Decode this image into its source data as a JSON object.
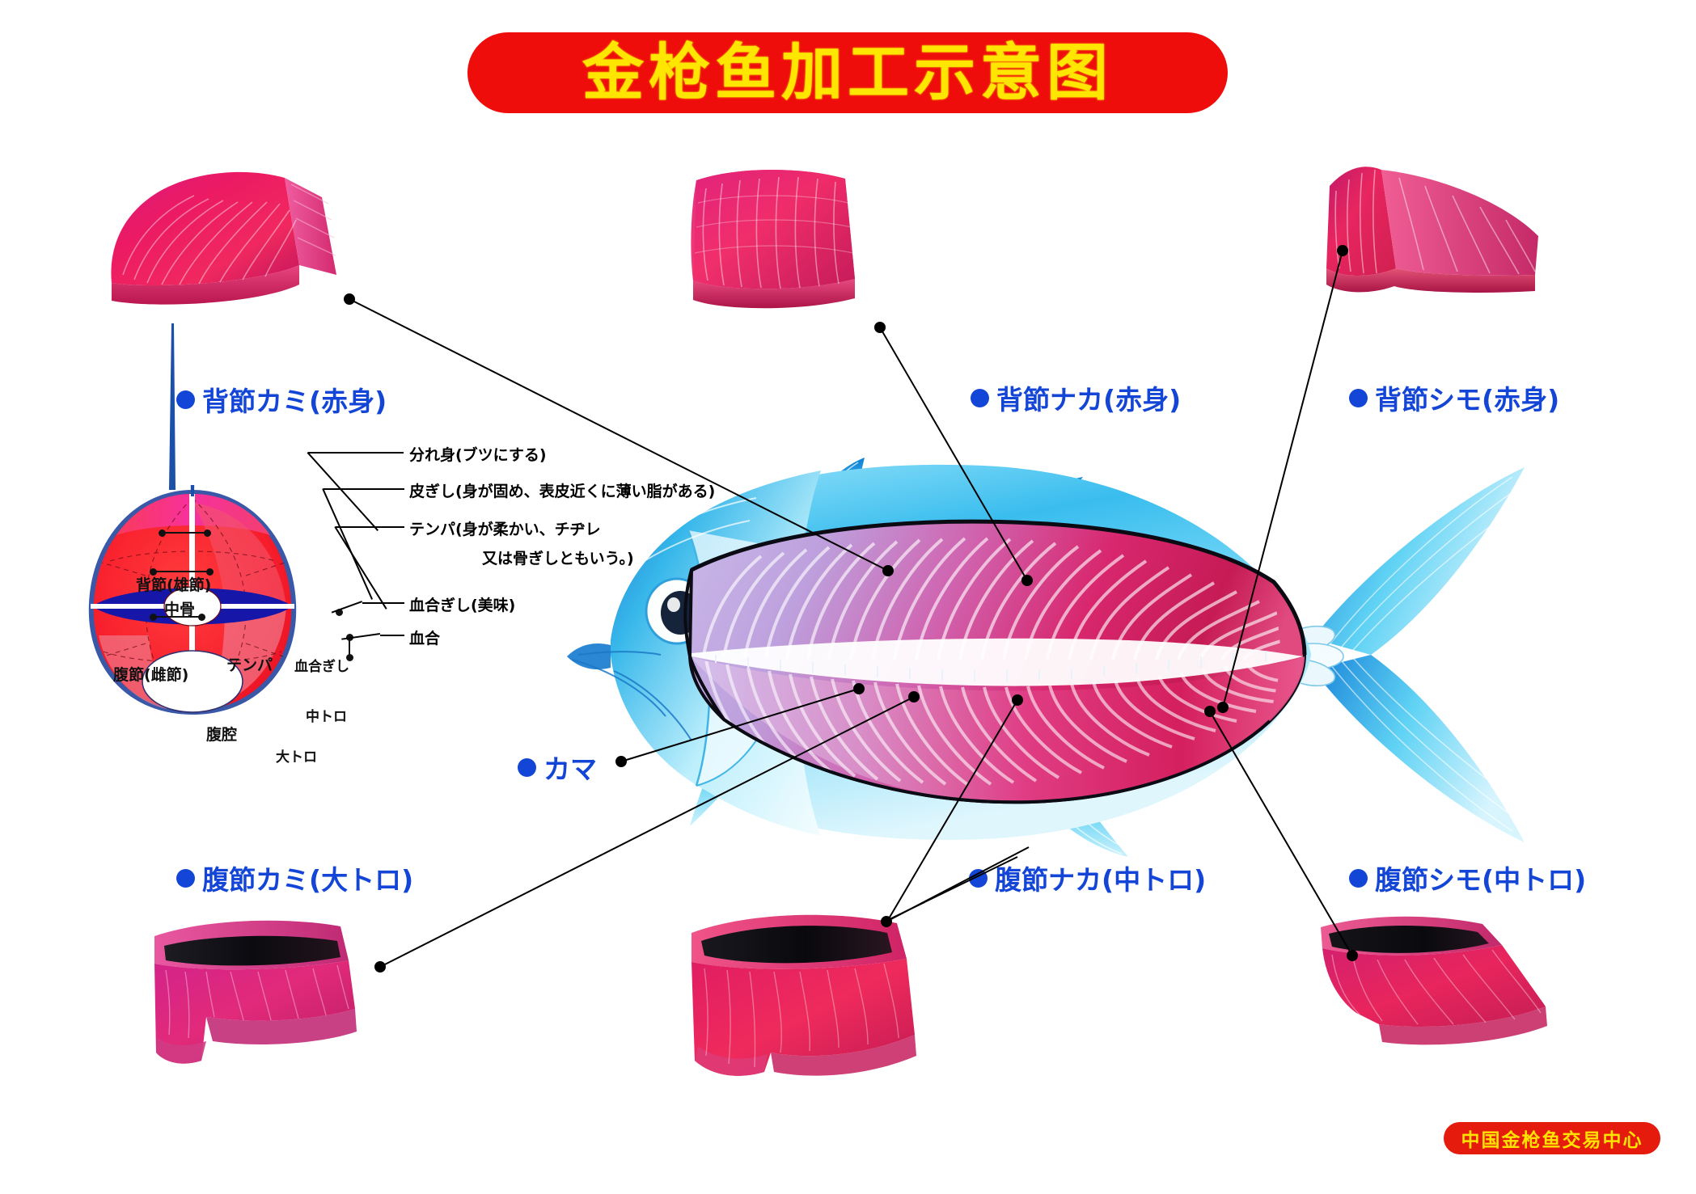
{
  "title": {
    "text": "金枪鱼加工示意图",
    "bg_color": "#ee0d0b",
    "text_color": "#ffe600"
  },
  "footer": {
    "text": "中国金枪鱼交易中心",
    "bg_color": "#e41b0d",
    "text_color": "#ffe300"
  },
  "accent": {
    "label_blue": "#1345d6",
    "flesh_pink": "#ec2f6b",
    "flesh_red": "#e8143c",
    "bone_blue": "#1a22a8"
  },
  "labels": {
    "se_kami": "●背節カミ(赤身)",
    "se_naka": "●背節ナカ(赤身)",
    "se_shimo": "●背節シモ(赤身)",
    "hara_kami": "●腹節カミ(大トロ)",
    "hara_naka": "●腹節ナカ(中トロ)",
    "hara_shimo": "●腹節シモ(中トロ)",
    "kama": "●カマ"
  },
  "label_text": {
    "se_kami": "背節カミ(赤身)",
    "se_naka": "背節ナカ(赤身)",
    "se_shimo": "背節シモ(赤身)",
    "hara_kami": "腹節カミ(大トロ)",
    "hara_naka": "腹節ナカ(中トロ)",
    "hara_shimo": "腹節シモ(中トロ)",
    "kama": "カマ"
  },
  "cross_section": {
    "annotations": [
      "分れ身(ブツにする)",
      "皮ぎし(身が固め、表皮近くに薄い脂がある)",
      "テンパ(身が柔かい、チヂレ",
      "又は骨ぎしともいう。)",
      "血合ぎし(美味)",
      "血合"
    ],
    "anno_1": "分れ身(ブツにする)",
    "anno_2": "皮ぎし(身が固め、表皮近くに薄い脂がある)",
    "anno_3a": "テンパ(身が柔かい、チヂレ",
    "anno_3b": "又は骨ぎしともいう。)",
    "anno_4": "血合ぎし(美味)",
    "anno_5": "血合",
    "regions": {
      "seppu": "背節(雄節)",
      "chubone": "中骨",
      "fukusetsu": "腹節(雌節)",
      "tenpa": "テンパ",
      "chiaigishi": "血合ぎし",
      "chutoro": "中トロ",
      "fukukou": "腹腔",
      "otoro": "大トロ"
    }
  },
  "pieces": {
    "se_kami": "背節カミ loin block",
    "se_naka": "背節ナカ loin block",
    "se_shimo": "背節シモ loin block",
    "hara_kami": "腹節カミ belly block",
    "hara_naka": "腹節ナカ belly block",
    "hara_shimo": "腹節シモ belly block"
  },
  "fish": {
    "name": "tuna-anatomy-illustration"
  }
}
